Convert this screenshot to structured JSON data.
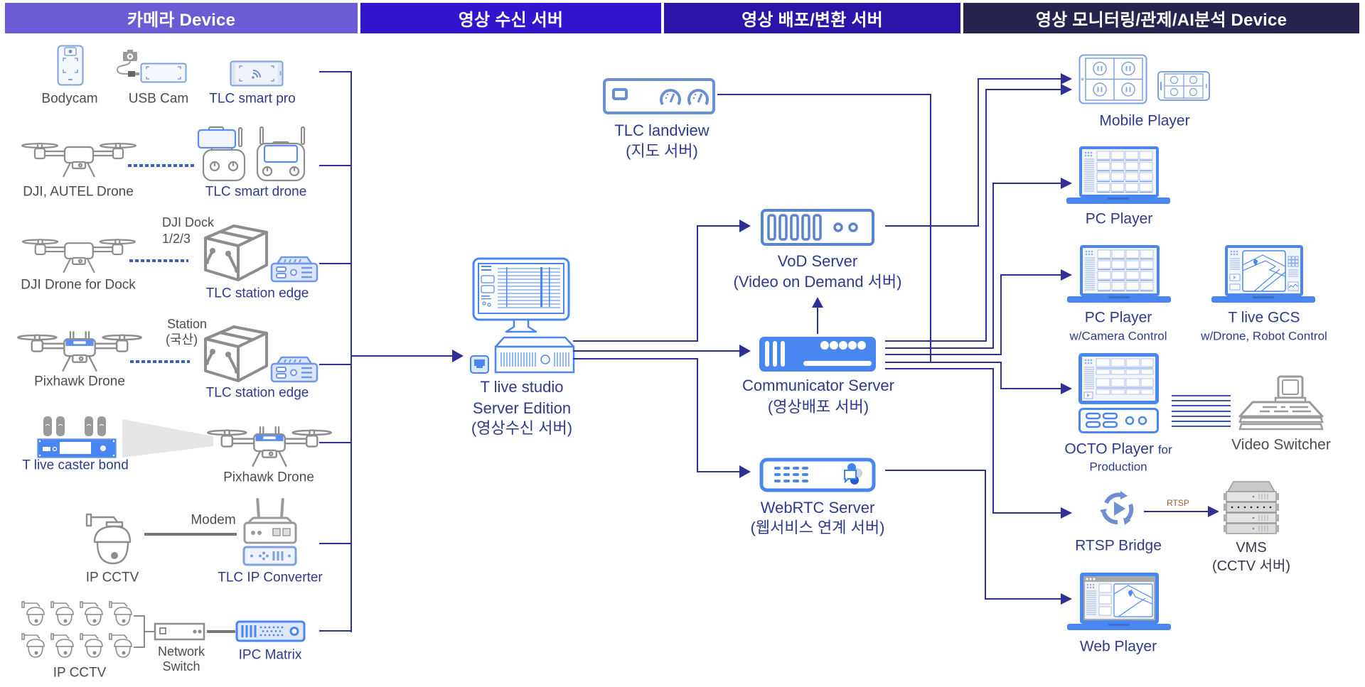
{
  "headers": [
    {
      "label": "카메라 Device",
      "color": "#6b5bd4"
    },
    {
      "label": "영상 수신 서버",
      "color": "#3216cf"
    },
    {
      "label": "영상 배포/변환 서버",
      "color": "#2b15a8"
    },
    {
      "label": "영상 모니터링/관제/AI분석 Device",
      "color": "#27234f"
    }
  ],
  "colors": {
    "connector": "#2e3192",
    "label_navy": "#2e3a8f",
    "label_gray": "#4d4d4d",
    "icon_blue": "#4a86f0",
    "icon_light_blue": "#7fa0de",
    "icon_gray": "#8d8d8d",
    "rtsp_label": "#9a5b22"
  },
  "camera_devices": {
    "bodycam": {
      "label": "Bodycam",
      "icon": "bodycam-phone-icon"
    },
    "usb_cam": {
      "label": "USB Cam",
      "icon": "usb-camera-icon"
    },
    "tlc_smart_pro": {
      "label": "TLC smart pro",
      "icon": "smartphone-stream-icon"
    },
    "dji_autel_drone": {
      "label": "DJI, AUTEL Drone",
      "icon": "drone-icon"
    },
    "tlc_smart_drone": {
      "label": "TLC smart drone",
      "icon": "drone-controller-icon"
    },
    "dji_dock": {
      "line1": "DJI Dock",
      "line2": "1/2/3",
      "icon": "dock-box-icon"
    },
    "dji_drone_for_dock": {
      "label": "DJI Drone for Dock",
      "icon": "drone-icon"
    },
    "tlc_station_edge_1": {
      "label": "TLC station edge",
      "icon": "edge-device-icon"
    },
    "station_domestic": {
      "line1": "Station",
      "line2": "(국산)",
      "icon": "dock-box-icon"
    },
    "pixhawk_drone_1": {
      "label": "Pixhawk Drone",
      "icon": "pixhawk-drone-icon"
    },
    "tlc_station_edge_2": {
      "label": "TLC station edge",
      "icon": "edge-device-icon"
    },
    "tlive_caster_bond": {
      "label": "T live caster bond",
      "icon": "bonding-encoder-icon"
    },
    "pixhawk_drone_2": {
      "label": "Pixhawk Drone",
      "icon": "pixhawk-drone-icon"
    },
    "ip_cctv_single": {
      "label": "IP CCTV",
      "icon": "dome-camera-icon"
    },
    "modem": {
      "label": "Modem",
      "icon": "router-icon"
    },
    "tlc_ip_converter": {
      "label": "TLC IP Converter",
      "icon": "ip-converter-icon"
    },
    "ip_cctv_group": {
      "label": "IP CCTV",
      "count": 8,
      "icon": "dome-camera-icon"
    },
    "network_switch": {
      "line1": "Network",
      "line2": "Switch",
      "icon": "network-switch-icon"
    },
    "ipc_matrix": {
      "label": "IPC Matrix",
      "icon": "ipc-matrix-icon"
    }
  },
  "receive_server": {
    "tlive_studio": {
      "lines": [
        "T live studio",
        "Server Edition",
        "(영상수신 서버)"
      ],
      "icon": "workstation-server-icon"
    }
  },
  "distribution_servers": {
    "tlc_landview": {
      "lines": [
        "TLC landview",
        "(지도 서버)"
      ],
      "icon": "gauge-server-icon"
    },
    "vod_server": {
      "lines": [
        "VoD Server",
        "(Video on Demand 서버)"
      ],
      "icon": "storage-server-icon"
    },
    "communicator_server": {
      "lines": [
        "Communicator Server",
        "(영상배포 서버)"
      ],
      "icon": "streaming-server-icon"
    },
    "webrtc_server": {
      "lines": [
        "WebRTC Server",
        "(웹서비스 연계 서버)"
      ],
      "icon": "webrtc-server-icon"
    }
  },
  "monitoring_devices": {
    "mobile_player": {
      "label": "Mobile Player",
      "icon": "tablet-phone-icon"
    },
    "pc_player": {
      "label": "PC Player",
      "icon": "laptop-grid-icon"
    },
    "pc_player_camera": {
      "label": "PC Player",
      "sublabel": "w/Camera Control",
      "icon": "laptop-grid-icon"
    },
    "tlive_gcs": {
      "label": "T live GCS",
      "sublabel": "w/Drone, Robot Control",
      "icon": "laptop-map-icon"
    },
    "octo_player": {
      "label": "OCTO Player",
      "label_suffix": "for",
      "sublabel": "Production",
      "icon": "production-console-icon"
    },
    "video_switcher": {
      "label": "Video Switcher",
      "icon": "video-switcher-icon"
    },
    "rtsp_bridge": {
      "label": "RTSP Bridge",
      "icon": "rtsp-bridge-icon"
    },
    "vms": {
      "lines": [
        "VMS",
        "(CCTV 서버)"
      ],
      "icon": "rack-server-icon"
    },
    "web_player": {
      "label": "Web Player",
      "icon": "laptop-browser-icon"
    }
  },
  "connections": [
    {
      "from": "camera_devices",
      "to": "tlive_studio"
    },
    {
      "from": "tlive_studio",
      "to": "vod_server"
    },
    {
      "from": "tlive_studio",
      "to": "communicator_server"
    },
    {
      "from": "tlive_studio",
      "to": "webrtc_server"
    },
    {
      "from": "communicator_server",
      "to": "vod_server"
    },
    {
      "from": "vod_server",
      "to": "mobile_player"
    },
    {
      "from": "communicator_server",
      "to": "mobile_player"
    },
    {
      "from": "communicator_server",
      "to": "pc_player"
    },
    {
      "from": "communicator_server",
      "to": "pc_player_camera"
    },
    {
      "from": "communicator_server",
      "to": "octo_player"
    },
    {
      "from": "tlc_landview",
      "to": "octo_player"
    },
    {
      "from": "communicator_server",
      "to": "rtsp_bridge"
    },
    {
      "from": "rtsp_bridge",
      "to": "vms",
      "label": "RTSP"
    },
    {
      "from": "webrtc_server",
      "to": "web_player"
    },
    {
      "from": "octo_player",
      "to": "video_switcher"
    }
  ]
}
